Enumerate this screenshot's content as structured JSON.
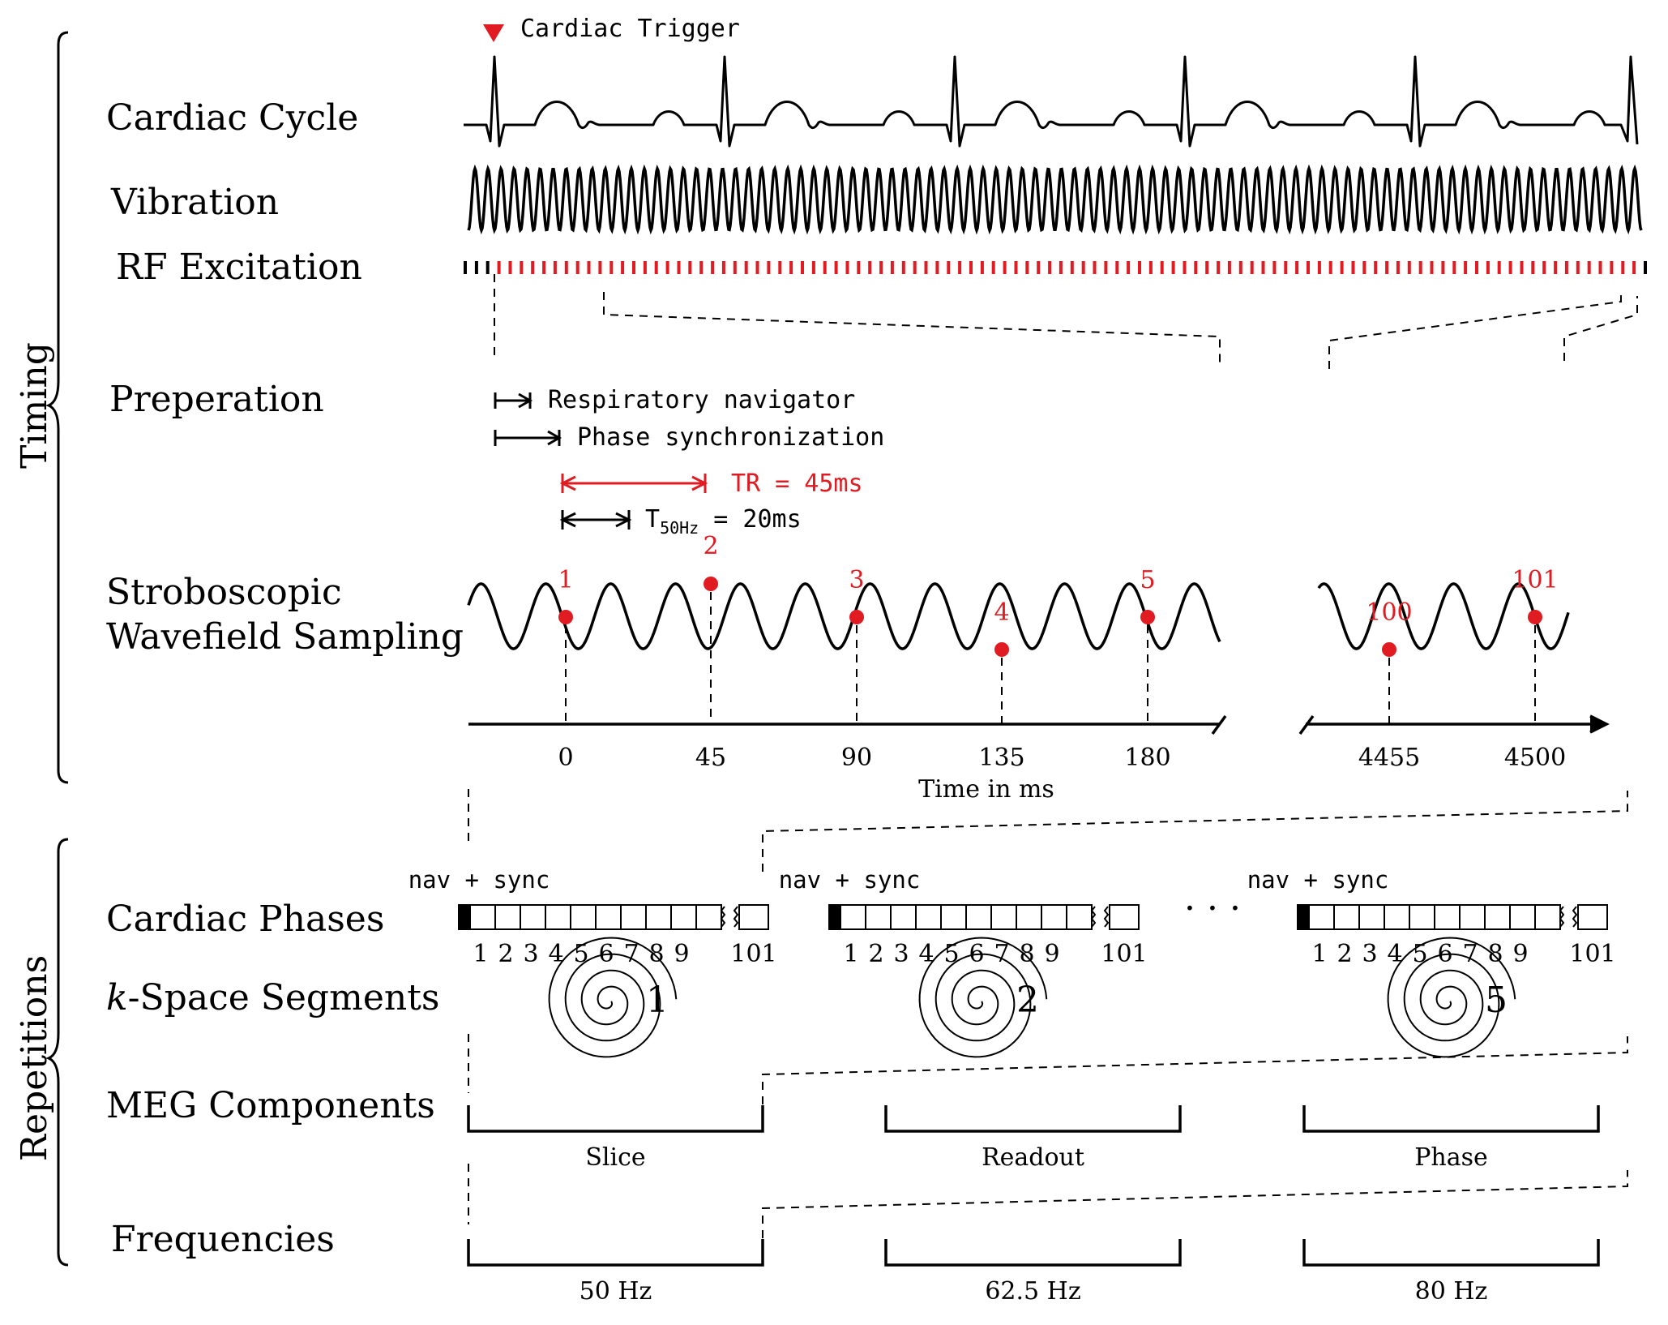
{
  "groups": {
    "timing": "Timing",
    "repetitions": "Repetitions"
  },
  "legend": {
    "trigger": "Cardiac Trigger"
  },
  "rows": {
    "cardiac_cycle": "Cardiac Cycle",
    "vibration": "Vibration",
    "rf_excitation": "RF Excitation",
    "preparation": "Preperation",
    "stroboscopic_1": "Stroboscopic",
    "stroboscopic_2": "Wavefield Sampling",
    "cardiac_phases": "Cardiac Phases",
    "kspace_italic": "k",
    "kspace_rest": "-Space Segments",
    "meg": "MEG Components",
    "frequencies": "Frequencies"
  },
  "preparation": {
    "resp_nav": "Respiratory navigator",
    "phase_sync": "Phase synchronization",
    "tr": "TR = 45ms",
    "t50_main": "T",
    "t50_sub": "50Hz",
    "t50_rest": " = 20ms"
  },
  "sampling": {
    "points": [
      "1",
      "2",
      "3",
      "4",
      "5",
      "100",
      "101"
    ],
    "ticks": [
      "0",
      "45",
      "90",
      "135",
      "180",
      "4455",
      "4500"
    ],
    "axis_label": "Time in ms"
  },
  "repetitions": {
    "nav_sync": "nav + sync",
    "phase_numbers": [
      "1",
      "2",
      "3",
      "4",
      "5",
      "6",
      "7",
      "8",
      "9"
    ],
    "last_phase": "101",
    "ellipsis": "· · ·",
    "segments": [
      "1",
      "2",
      "5"
    ],
    "meg_components": [
      "Slice",
      "Readout",
      "Phase"
    ],
    "frequencies": [
      "50 Hz",
      "62.5 Hz",
      "80 Hz"
    ]
  },
  "colors": {
    "accent": "#e01b22",
    "line": "#000000"
  }
}
